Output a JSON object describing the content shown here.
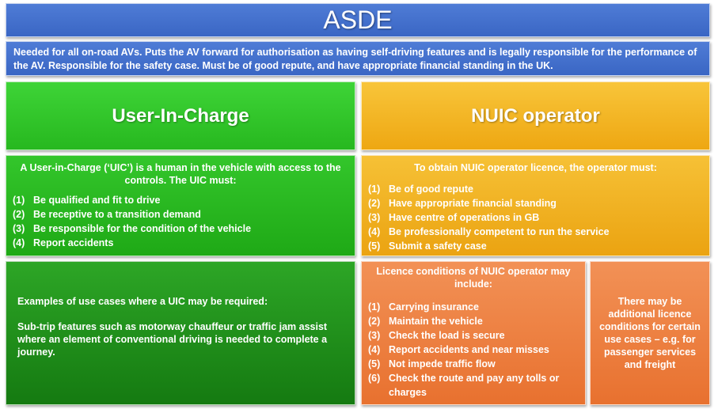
{
  "title": "ASDE",
  "intro": "Needed for all on-road AVs. Puts the AV forward for authorisation as having self-driving features and is legally responsible for the performance of the AV. Responsible for the safety case. Must be of good repute, and have appropriate financial standing in the UK.",
  "uic": {
    "heading": "User-In-Charge",
    "intro": "A User-in-Charge (‘UIC’) is a human in the vehicle with access to the controls. The UIC must:",
    "items": [
      {
        "num": "(1)",
        "text": "Be qualified and fit to drive"
      },
      {
        "num": "(2)",
        "text": "Be receptive to a transition demand"
      },
      {
        "num": "(3)",
        "text": "Be responsible for the condition of the vehicle"
      },
      {
        "num": "(4)",
        "text": "Report accidents"
      }
    ],
    "examples_heading": "Examples of use cases where a UIC may be required:",
    "examples_text": "Sub-trip features such as motorway chauffeur or traffic jam assist where an element of conventional driving is needed to complete a journey."
  },
  "nuic": {
    "heading": "NUIC operator",
    "intro": "To obtain NUIC operator licence, the operator must:",
    "items": [
      {
        "num": "(1)",
        "text": "Be of good repute"
      },
      {
        "num": "(2)",
        "text": "Have appropriate financial standing"
      },
      {
        "num": "(3)",
        "text": "Have centre of operations in GB"
      },
      {
        "num": "(4)",
        "text": "Be professionally competent to run the service"
      },
      {
        "num": "(5)",
        "text": "Submit a safety case"
      }
    ],
    "licence_intro": "Licence conditions of NUIC operator may include:",
    "licence_items": [
      {
        "num": "(1)",
        "text": "Carrying insurance"
      },
      {
        "num": "(2)",
        "text": "Maintain the vehicle"
      },
      {
        "num": "(3)",
        "text": "Check the load is secure"
      },
      {
        "num": "(4)",
        "text": "Report accidents and near misses"
      },
      {
        "num": "(5)",
        "text": "Not impede traffic flow"
      },
      {
        "num": "(6)",
        "text": "Check the route and pay any tolls or charges"
      }
    ],
    "additional": "There may be additional licence conditions for certain use cases – e.g. for passenger services and freight"
  }
}
